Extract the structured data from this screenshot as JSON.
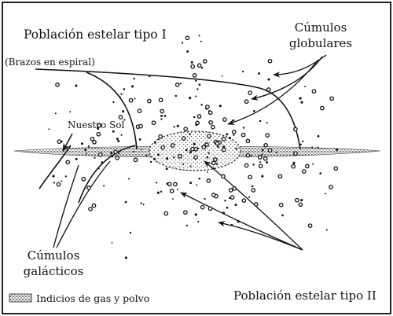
{
  "labels": {
    "pop_type_1": "Población estelar tipo I",
    "globular_clusters_line1": "Cúmulos",
    "globular_clusters_line2": "globulares",
    "spiral_arms": "(Brazos en espiral)",
    "our_sun": "Nuestro Sol",
    "galactic_clusters_line1": "Cúmulos",
    "galactic_clusters_line2": "galácticos",
    "gas_dust_legend": "Indicios de gas y polvo",
    "pop_type_2": "Población estelar tipo II"
  },
  "colors": {
    "ink": "#111111",
    "frame": "#222222",
    "paper": "#ffffff"
  }
}
